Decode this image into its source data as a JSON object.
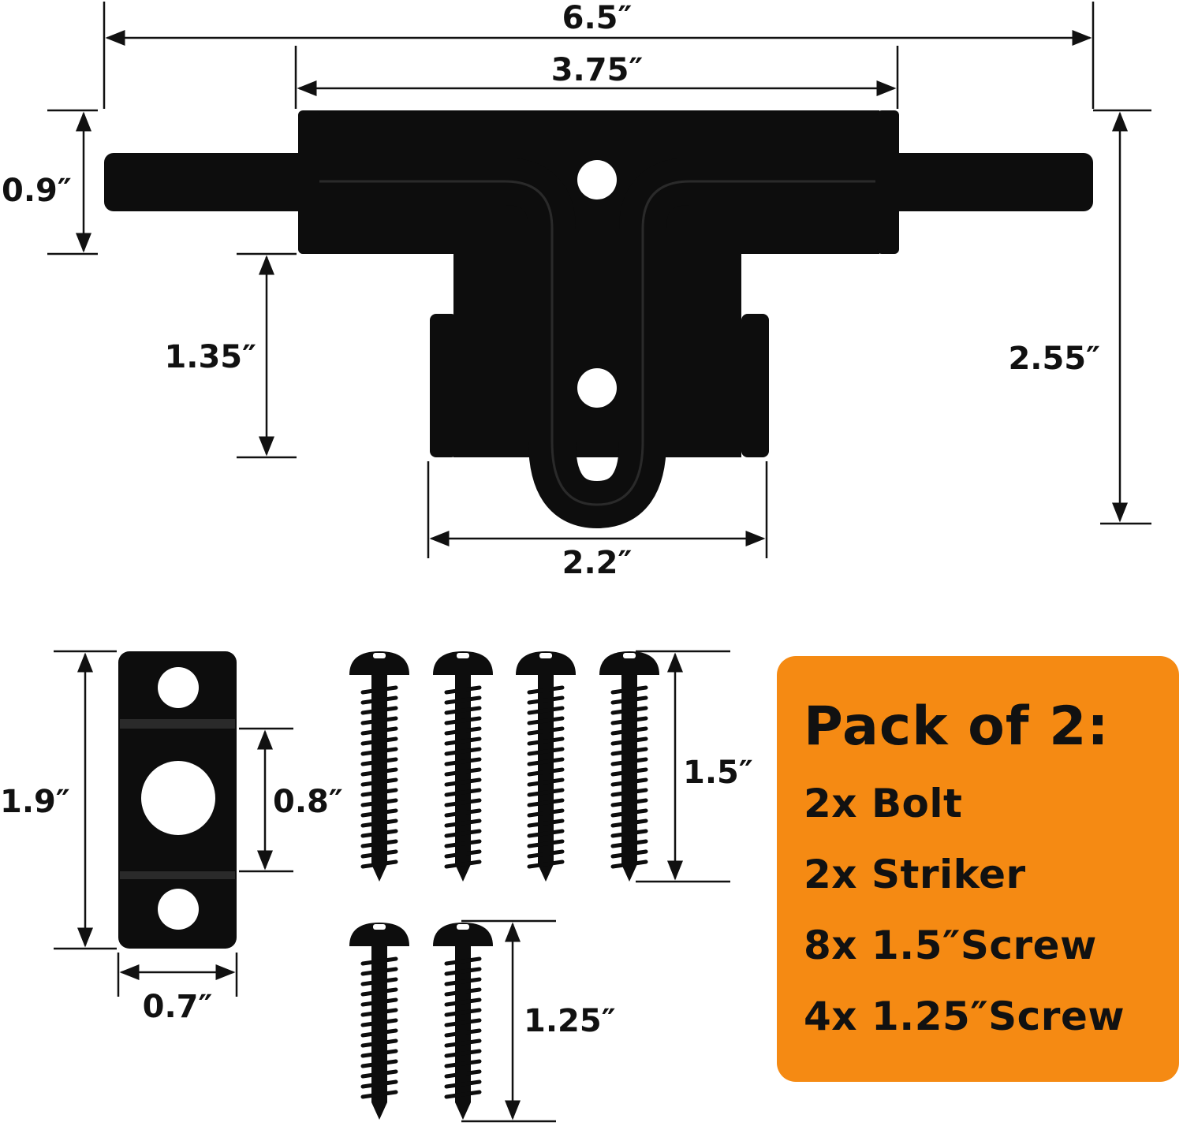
{
  "colors": {
    "part": "#0d0d0d",
    "card": "#f58a13",
    "text": "#111111",
    "background": "#ffffff"
  },
  "bolt": {
    "dim_overall_length": "6.5″",
    "dim_body_width": "3.75″",
    "dim_rod_height": "0.9″",
    "dim_leg_height": "1.35″",
    "dim_total_height": "2.55″",
    "dim_base_width": "2.2″"
  },
  "striker": {
    "dim_height": "1.9″",
    "dim_hole": "0.8″",
    "dim_width": "0.7″"
  },
  "screws": {
    "long_length": "1.5″",
    "short_length": "1.25″"
  },
  "pack": {
    "title": "Pack of 2:",
    "items": [
      "2x Bolt",
      "2x Striker",
      "8x 1.5″Screw",
      "4x 1.25″Screw"
    ]
  }
}
